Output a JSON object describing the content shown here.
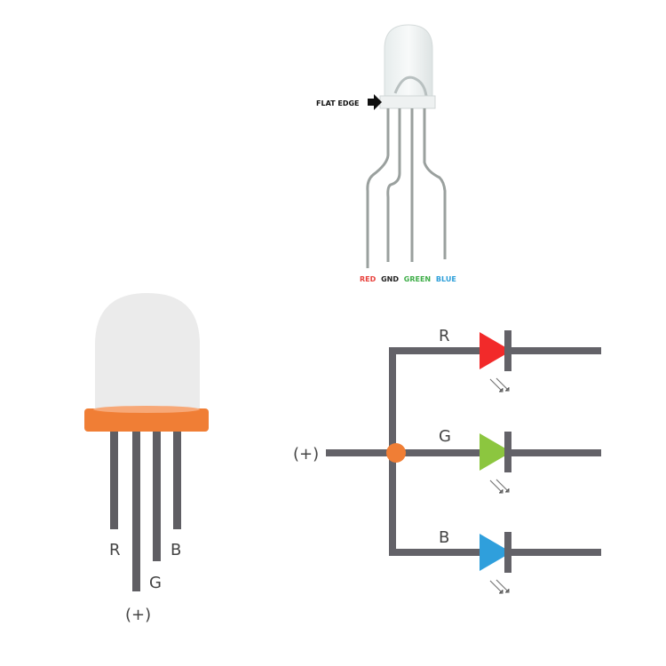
{
  "photo": {
    "flat_edge_label": "FLAT EDGE",
    "pin_labels": [
      {
        "text": "RED",
        "color": "#e8413c"
      },
      {
        "text": "GND",
        "color": "#222222"
      },
      {
        "text": "GREEN",
        "color": "#3fae49"
      },
      {
        "text": "BLUE",
        "color": "#2d9fd9"
      }
    ]
  },
  "led_drawing": {
    "leg_labels": {
      "r": "R",
      "g": "G",
      "b": "B",
      "plus": "(+)"
    },
    "flange_color": "#f07e35",
    "leg_color": "#5f5e63"
  },
  "circuit": {
    "input_label": "(+)",
    "wire_color": "#636268",
    "node_color": "#f07e35",
    "diodes": [
      {
        "label": "R",
        "color": "#f22a2a"
      },
      {
        "label": "G",
        "color": "#8cc63f"
      },
      {
        "label": "B",
        "color": "#2f9fdc"
      }
    ]
  }
}
